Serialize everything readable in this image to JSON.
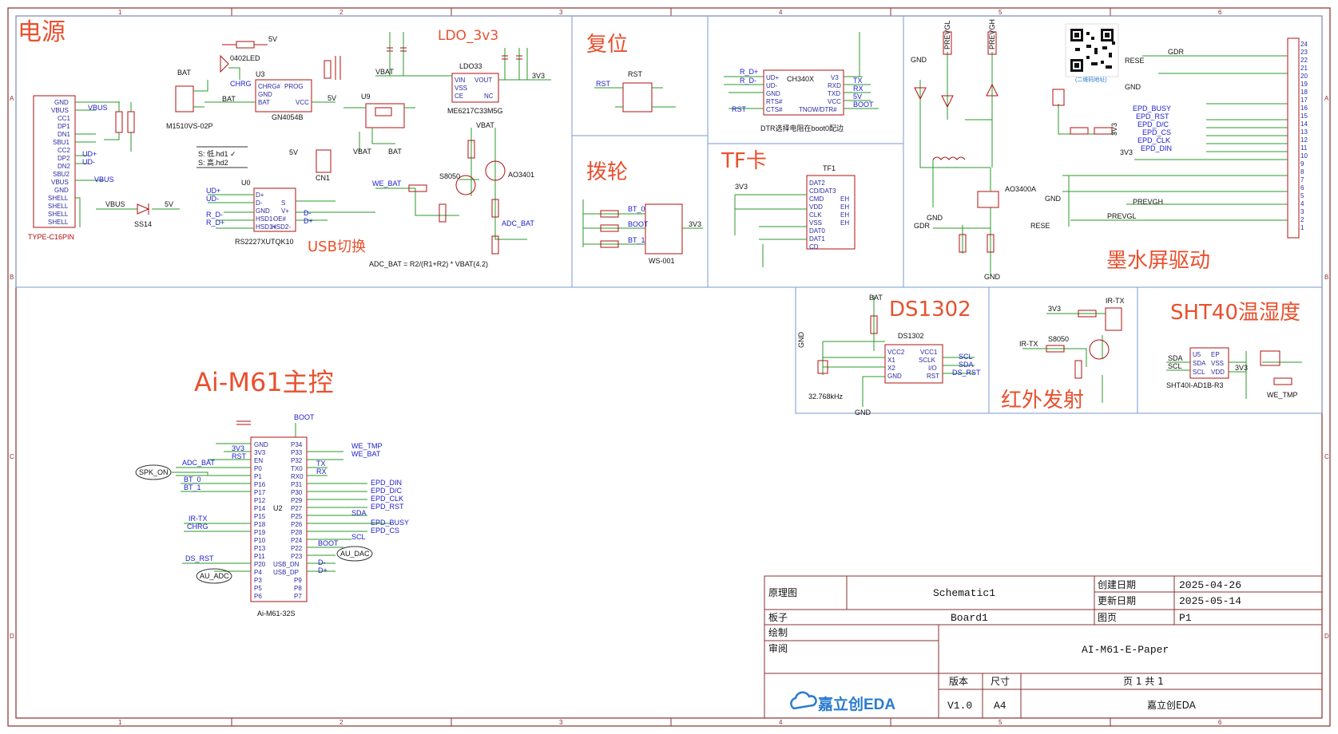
{
  "sections": {
    "power": "电源",
    "ldo": "LDO_3v3",
    "reset": "复位",
    "dial": "拨轮",
    "usb_switch": "USB切换",
    "tf": "TF卡",
    "epd_driver": "墨水屏驱动",
    "ds1302": "DS1302",
    "ir": "红外发射",
    "sht40": "SHT40温湿度",
    "main": "Ai-M61主控"
  },
  "components": {
    "usb_conn": "TYPE-C16PIN",
    "battery_conn": "M1510VS-02P",
    "led": "0402LED",
    "charger": "GN4054B",
    "ldo_chip": "ME6217C33M5G",
    "switch_u9": "U9",
    "usb_mux": "RS2227XUTQK10",
    "usb_mux_ref": "U0",
    "cn1": "CN1",
    "q2": "S8050",
    "q1": "AO3401",
    "d0": "SS14",
    "adc_formula": "ADC_BAT = R2/(R1+R2) * VBAT(4.2)",
    "reset_sw": "RST",
    "dial_sw": "WS-001",
    "ch340": "CH340X",
    "ch340_note": "DTR选择电阻在boot0配边",
    "tf_slot": "TF1",
    "ds_chip": "DS1302",
    "crystal": "32.768kHz",
    "ir_q": "S8050",
    "sht_chip": "SHT40I-AD1B-R3",
    "mcu": "Ai-M61-32S",
    "epd_q5": "AO3400A",
    "qr_caption": "(二维码地址)",
    "table_note_1": "S: 低.hd1 ✓",
    "table_note_2": "S: 高.hd2"
  },
  "nets": {
    "vbus": "VBUS",
    "bat": "BAT",
    "vbat": "VBAT",
    "v5": "5V",
    "v3": "3V3",
    "gnd": "GND",
    "rst": "RST",
    "boot": "BOOT",
    "tx": "TX",
    "rx": "RX",
    "we_bat": "WE_BAT",
    "adc_bat": "ADC_BAT",
    "we_tmp": "WE_TMP",
    "bt0": "BT_0",
    "bt1": "BT_1",
    "sda": "SDA",
    "scl": "SCL",
    "ir_tx": "IR-TX",
    "chrg": "CHRG",
    "ds_rst": "DS_RST",
    "epd_busy": "EPD_BUSY",
    "epd_rst": "EPD_RST",
    "epd_dc": "EPD_D/C",
    "epd_cs": "EPD_CS",
    "epd_clk": "EPD_CLK",
    "epd_din": "EPD_DIN",
    "prevgl": "PREVGL",
    "prevgh": "PREVGH",
    "gdr": "GDR",
    "rese": "RESE",
    "spk_on": "SPK_ON",
    "au_adc": "AU_ADC",
    "au_dac": "AU_DAC",
    "ud_plus": "UD+",
    "ud_minus": "UD-",
    "rd_plus": "R_D+",
    "rd_minus": "R_D-",
    "d_plus": "D+",
    "d_minus": "D-"
  },
  "title_block": {
    "label_type": "原理图",
    "label_board": "板子",
    "label_drawn": "绘制",
    "label_review": "审阅",
    "label_created": "创建日期",
    "label_updated": "更新日期",
    "label_page": "图页",
    "label_version": "版本",
    "label_size": "尺寸",
    "schematic": "Schematic1",
    "board": "Board1",
    "created": "2025-04-26",
    "updated": "2025-05-14",
    "page": "P1",
    "project": "AI-M61-E-Paper",
    "version": "V1.0",
    "size": "A4",
    "page_of": "页   1   共   1",
    "company": "嘉立创EDA",
    "logo": "嘉立创EDA"
  },
  "grid": {
    "columns": [
      "1",
      "2",
      "3",
      "4",
      "5",
      "6"
    ],
    "rows": [
      "A",
      "B",
      "C",
      "D"
    ]
  },
  "colors": {
    "frame": "#8a3030",
    "section_box": "#7a9ad0",
    "section_title": "#e8502e",
    "wire": "#2a9a2a",
    "part": "#b01010",
    "pin_text": "#2a2aa0",
    "net": "#1a1ad0",
    "logo_blue": "#2a7ad0"
  }
}
